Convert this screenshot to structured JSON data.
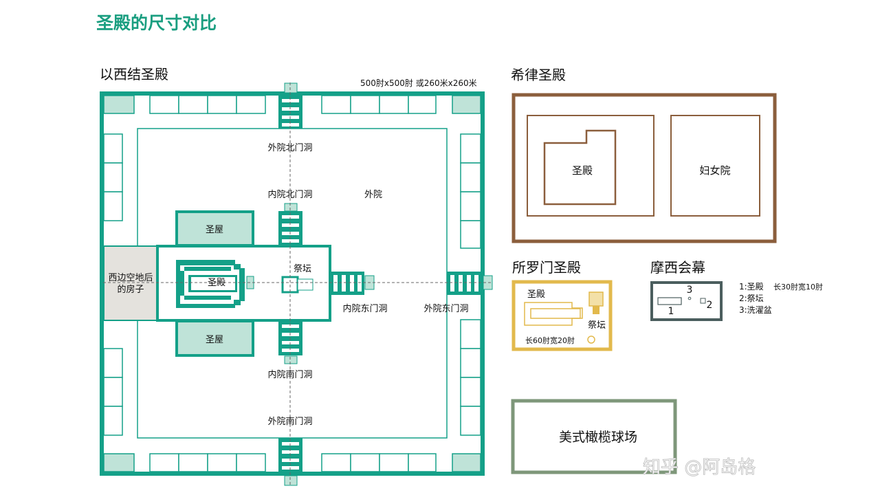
{
  "title": "圣殿的尺寸对比",
  "colors": {
    "title": "#1a9e80",
    "ezekiel": "#14a088",
    "ezekiel_fill": "#bfe3d8",
    "house_fill": "#e4e2dd",
    "herod": "#8b5e3c",
    "solomon": "#e2b94c",
    "moses": "#4b5e5e",
    "football": "#7e977a"
  },
  "ezekiel": {
    "heading": "以西结圣殿",
    "dimensions": "500肘x500肘 或260米x260米",
    "labels": {
      "outer_north_gate": "外院北门洞",
      "inner_north_gate": "内院北门洞",
      "outer_court": "外院",
      "chamber_north": "圣屋",
      "chamber_south": "圣屋",
      "west_house": [
        "西边空地后",
        "的房子"
      ],
      "temple": "圣殿",
      "altar": "祭坛",
      "inner_east_gate": "内院东门洞",
      "outer_east_gate": "外院东门洞",
      "inner_south_gate": "内院南门洞",
      "outer_south_gate": "外院南门洞"
    }
  },
  "herod": {
    "heading": "希律圣殿",
    "temple": "圣殿",
    "women_court": "妇女院"
  },
  "solomon": {
    "heading": "所罗门圣殿",
    "temple": "圣殿",
    "altar": "祭坛",
    "dimensions": "长60肘宽20肘"
  },
  "moses": {
    "heading": "摩西会幕",
    "marks": [
      "1",
      "2",
      "3"
    ],
    "legend": [
      "1:圣殿",
      "长30肘宽10肘",
      "2:祭坛",
      "3:洗濯盆"
    ]
  },
  "football": {
    "label": "美式橄榄球场"
  },
  "watermark": "知乎 @阿岛格"
}
